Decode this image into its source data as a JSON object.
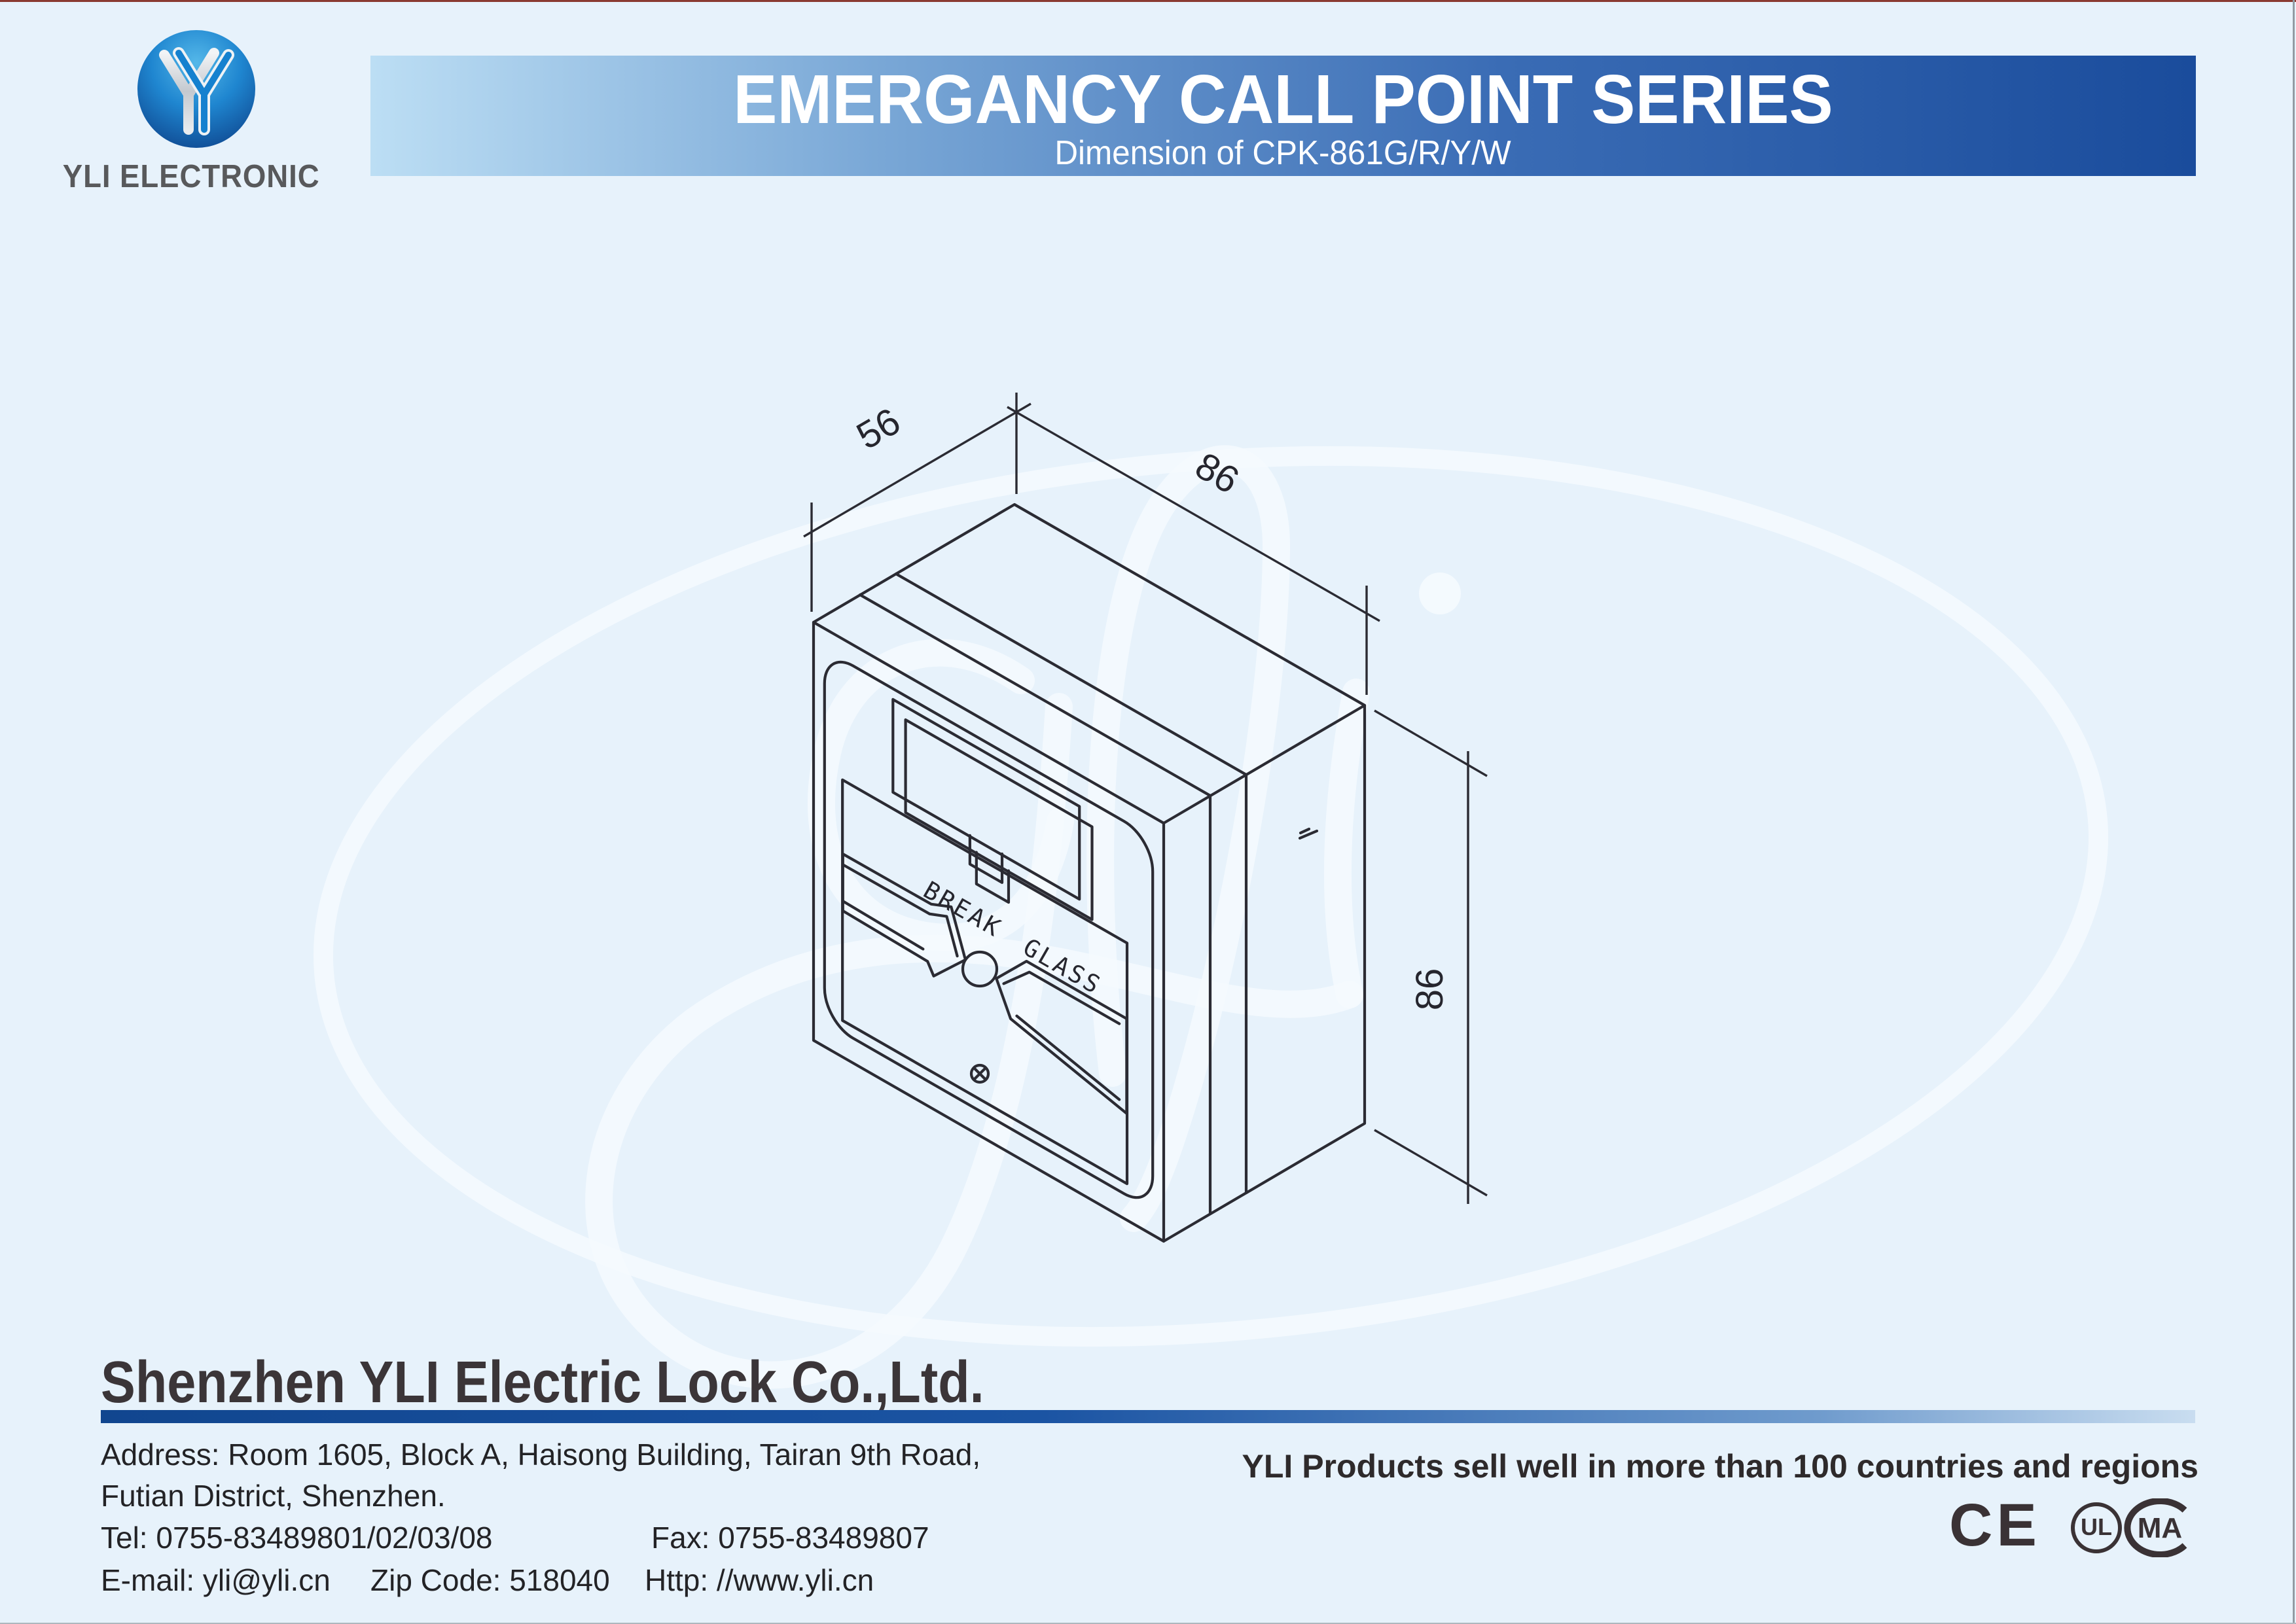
{
  "logo": {
    "company": "YLI ELECTRONIC"
  },
  "banner": {
    "title": "EMERGANCY CALL POINT SERIES",
    "subtitle": "Dimension of  CPK-861G/R/Y/W"
  },
  "drawing": {
    "dim_depth": "56",
    "dim_width": "86",
    "dim_height": "86",
    "panel_label": "BREAK GLASS"
  },
  "footer": {
    "company": "Shenzhen YLI Electric Lock Co.,Ltd.",
    "address_line1": "Address: Room 1605, Block A, Haisong Building, Tairan 9th Road,",
    "address_line2": "Futian District, Shenzhen.",
    "tel": "Tel: 0755-83489801/02/03/08",
    "fax": "Fax: 0755-83489807",
    "email": "E-mail: yli@yli.cn",
    "zip": "Zip Code: 518040",
    "http": "Http: //www.yli.cn",
    "slogan": "YLI Products sell well in more than 100 countries and regions",
    "marks": {
      "ce": "CE",
      "ul": "UL",
      "ma": "MA"
    }
  },
  "colors": {
    "background": "#e7f2fb",
    "banner_dark_blue": "#1a4c9c",
    "bar_blue": "#11468f",
    "line_color": "#2b2b33",
    "text_dark": "#232326"
  }
}
